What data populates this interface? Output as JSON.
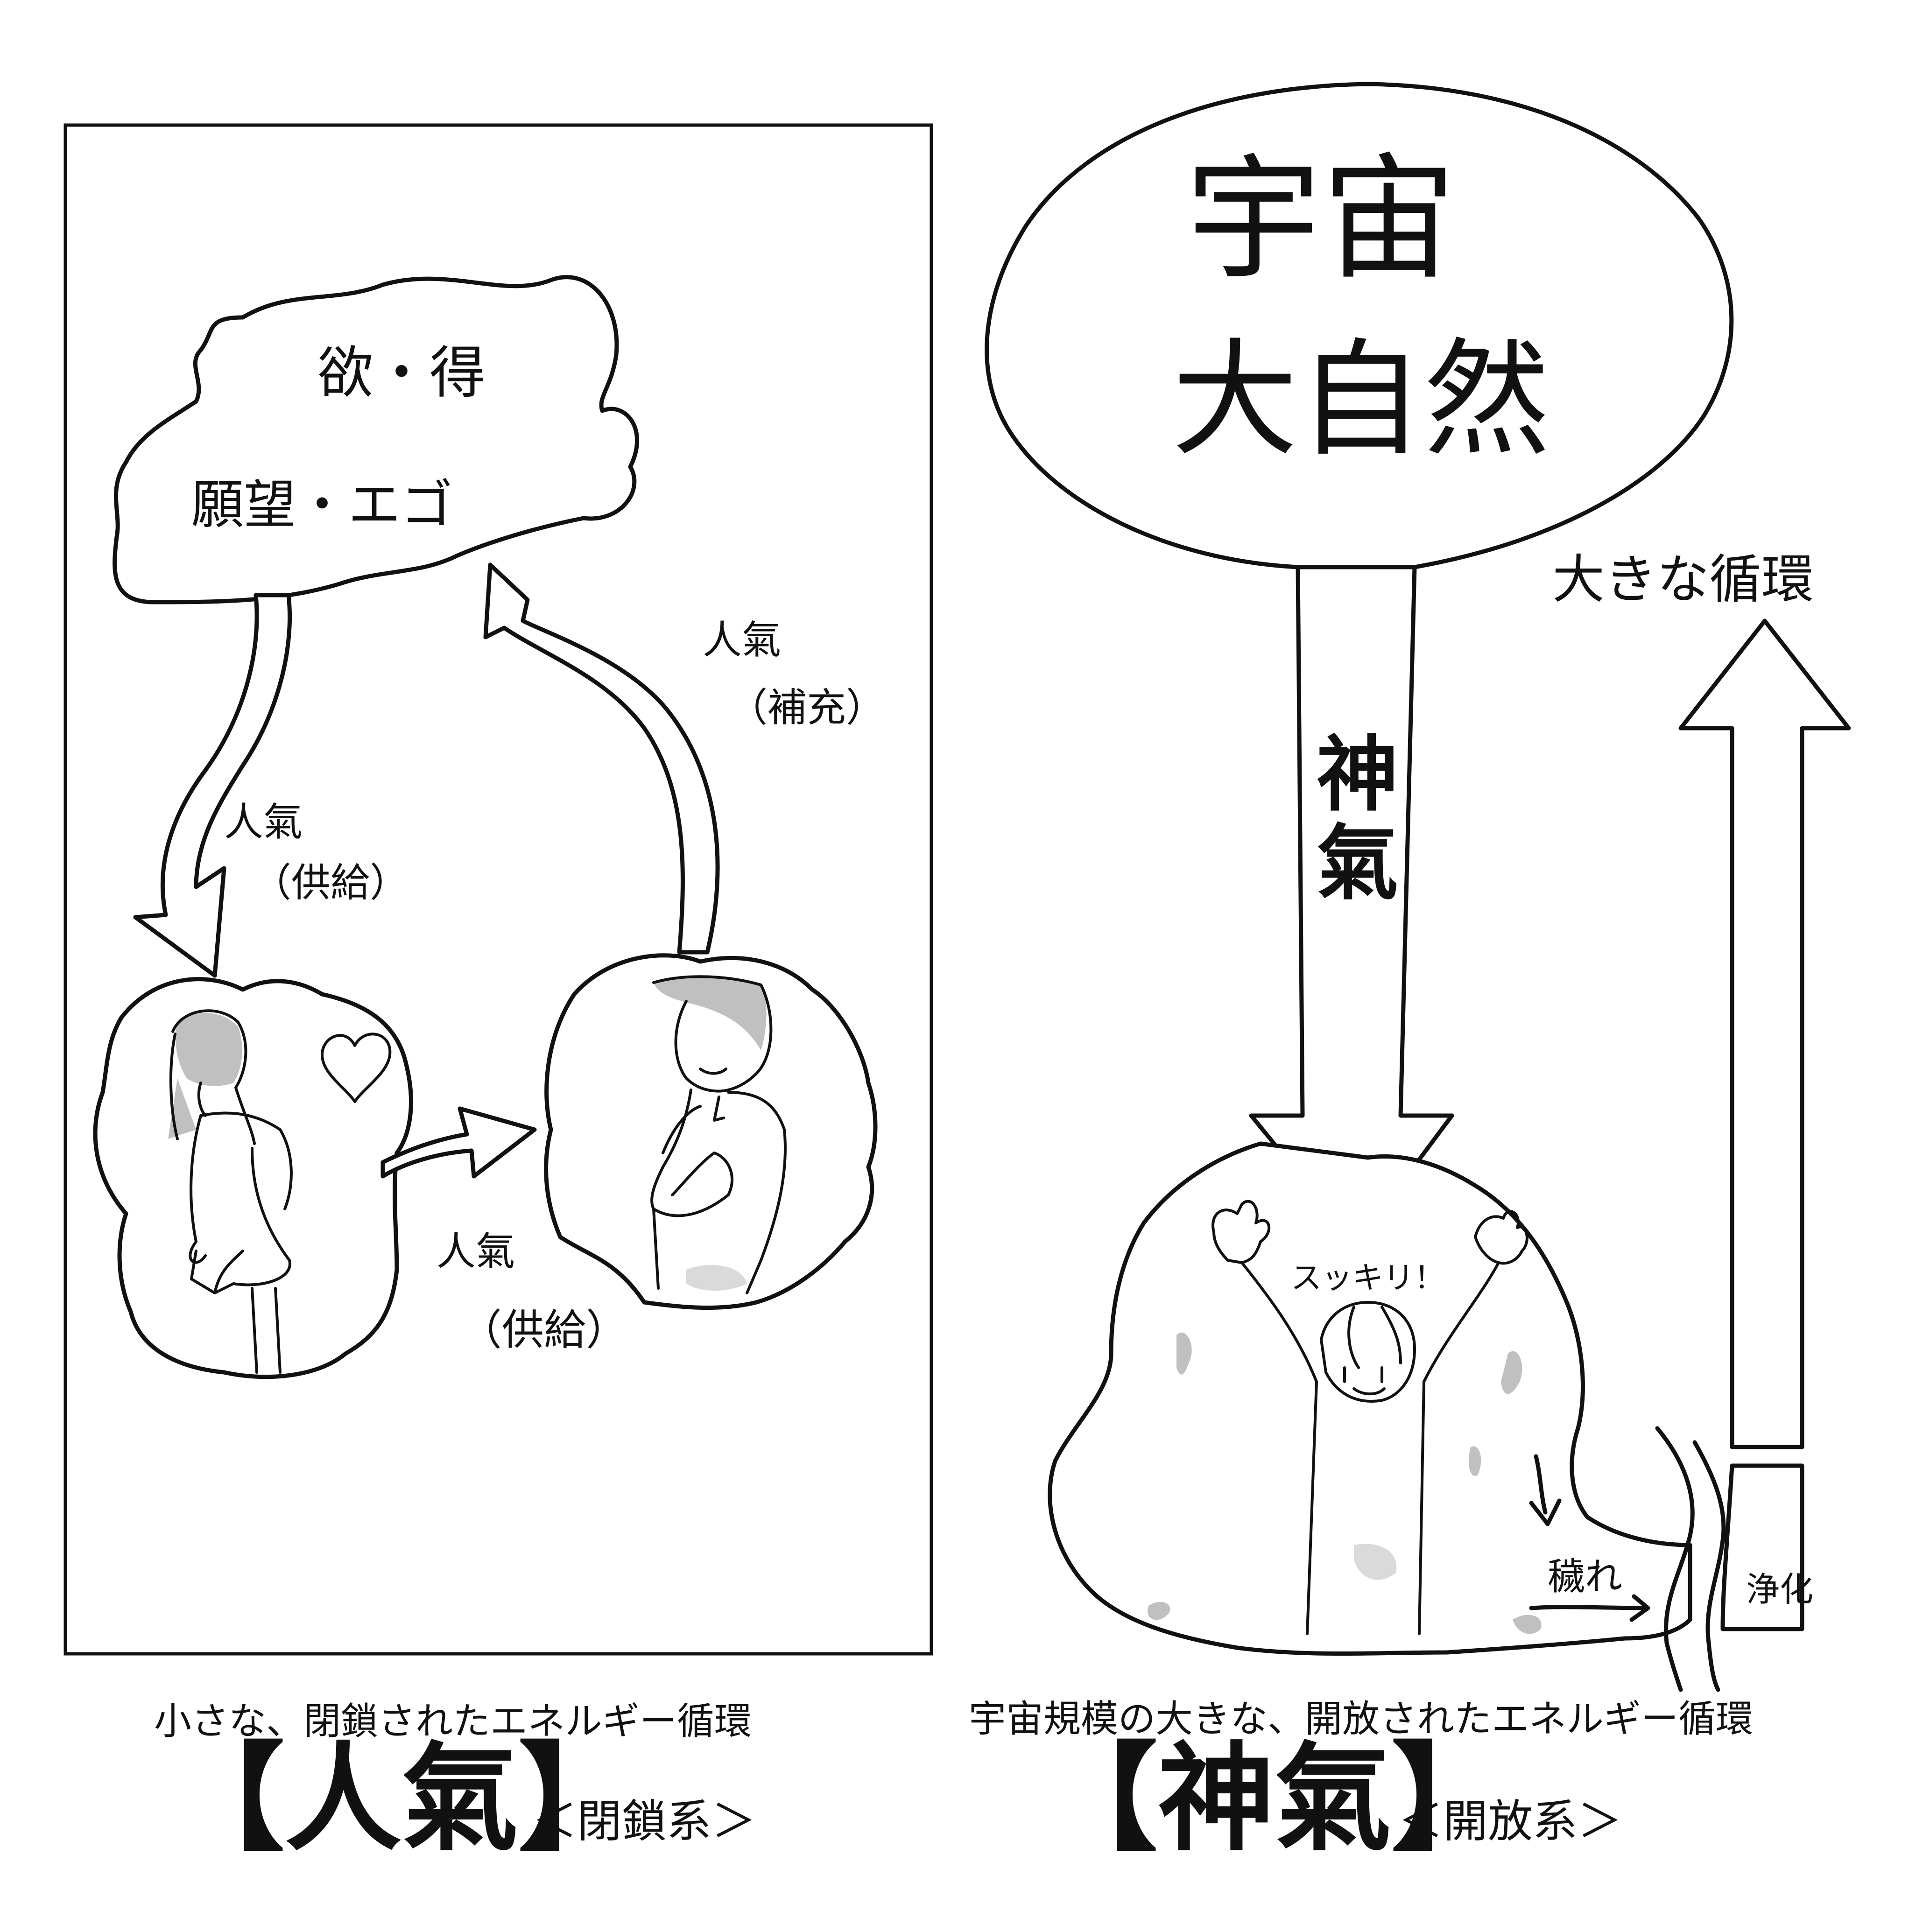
{
  "left_panel": {
    "cloud_line1": "欲・得",
    "cloud_line2": "願望・エゴ",
    "supply_label": "人氣",
    "supply_paren": "（供給）",
    "replenish_label": "人氣",
    "replenish_paren": "（補充）",
    "transfer_label": "人氣",
    "transfer_paren": "（供給）",
    "caption": "小さな、閉鎖されたエネルギー循環",
    "title": "【人氣】",
    "subtitle": "＜閉鎖系＞"
  },
  "right_panel": {
    "source_line1": "宇宙",
    "source_line2": "大自然",
    "arrow_label_1": "神",
    "arrow_label_2": "氣",
    "cycle_label": "大きな循環",
    "exclaim": "スッキリ！",
    "impurity_label": "穢れ",
    "purify_label": "浄化",
    "caption": "宇宙規模の大きな、開放されたエネルギー循環",
    "title": "【神氣】",
    "subtitle": "＜開放系＞"
  },
  "icons": [
    "heart-icon",
    "woman-figure-icon",
    "man-figure-icon",
    "person-arms-raised-icon"
  ],
  "colors": {
    "ink": "#111111",
    "paper": "#ffffff",
    "shade": "#8c8c8c"
  }
}
